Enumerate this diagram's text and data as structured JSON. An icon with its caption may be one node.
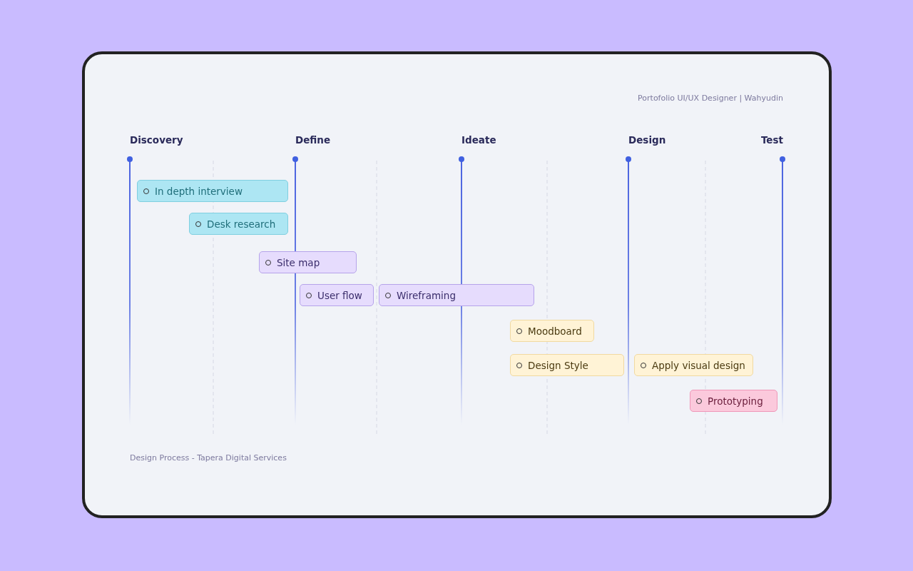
{
  "diagram": {
    "title": "Portofolio  UI/UX Designer | Wahyudin",
    "caption": "Design Process - Tapera Digital Services",
    "nodes": [
      {
        "text": [
          "In depth interview"
        ]
      },
      {
        "text": [
          "Desk research"
        ]
      },
      {
        "text": [
          "Site map"
        ]
      },
      {
        "text": [
          "User flow"
        ]
      },
      {
        "text": [
          "Wireframing"
        ]
      },
      {
        "text": [
          "Moodboard"
        ]
      },
      {
        "text": [
          "Design Style"
        ]
      },
      {
        "text": [
          "Apply visual design"
        ]
      },
      {
        "text": [
          "Prototyping"
        ]
      }
    ],
    "edges": [],
    "labels": [
      "Discovery",
      "Define",
      "Ideate",
      "Design",
      "Test"
    ]
  }
}
